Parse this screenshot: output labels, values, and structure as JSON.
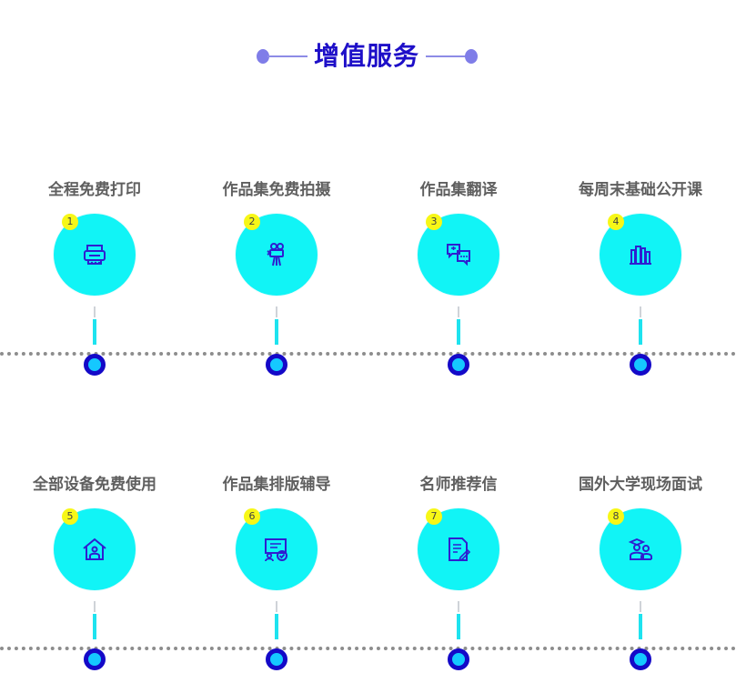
{
  "header": {
    "title": "增值服务"
  },
  "rows": [
    {
      "items": [
        {
          "number": "1",
          "label": "全程免费打印",
          "icon": "printer-icon"
        },
        {
          "number": "2",
          "label": "作品集免费拍摄",
          "icon": "camera-tripod-icon"
        },
        {
          "number": "3",
          "label": "作品集翻译",
          "icon": "translate-chat-icon"
        },
        {
          "number": "4",
          "label": "每周末基础公开课",
          "icon": "books-icon"
        }
      ]
    },
    {
      "items": [
        {
          "number": "5",
          "label": "全部设备免费使用",
          "icon": "house-user-icon"
        },
        {
          "number": "6",
          "label": "作品集排版辅导",
          "icon": "presentation-check-icon"
        },
        {
          "number": "7",
          "label": "名师推荐信",
          "icon": "document-pen-icon"
        },
        {
          "number": "8",
          "label": "国外大学现场面试",
          "icon": "interview-icon"
        }
      ]
    }
  ],
  "colors": {
    "title": "#1e0fc8",
    "circle": "#11f4f6",
    "badge": "#f7f717",
    "icon": "#2f1ed0",
    "node_outer": "#1409c8",
    "node_inner": "#15c8ff",
    "stem": "#1ee3ef",
    "timeline": "#8d8d8d"
  }
}
